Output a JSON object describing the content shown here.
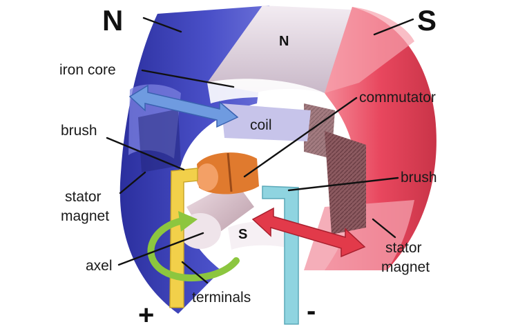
{
  "diagram": {
    "pole_north": "N",
    "pole_south": "S",
    "rotor_north": "N",
    "rotor_south": "S",
    "polarity_plus": "+",
    "polarity_minus": "-",
    "labels": {
      "iron_core": "iron core",
      "commutator": "commutator",
      "coil": "coil",
      "brush_left": "brush",
      "brush_right": "brush",
      "stator_left_1": "stator",
      "stator_left_2": "magnet",
      "stator_right_1": "stator",
      "stator_right_2": "magnet",
      "axel": "axel",
      "terminals": "terminals"
    },
    "colors": {
      "north_magnet": "#3a3fb8",
      "south_magnet": "#e8475e",
      "rotor_core": "#e9dde8",
      "coil_arrow": "#6f9be0",
      "commutator": "#e07a2e",
      "brush_plus": "#f2d04a",
      "brush_minus": "#8fd4e0",
      "rotation_arrow": "#8cc63f",
      "force_arrow": "#e23a4a"
    }
  }
}
